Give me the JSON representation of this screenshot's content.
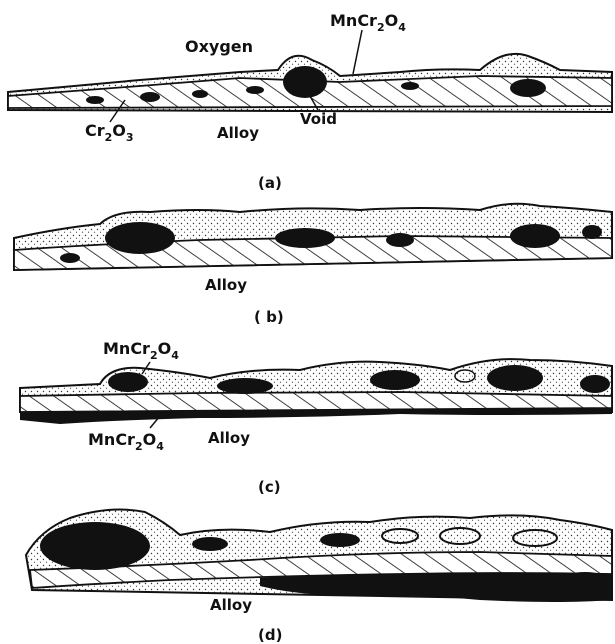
{
  "panel_a": {
    "label": "(a)",
    "oxygen": "Oxygen",
    "spinel_top": "MnCr",
    "spinel_top_sub2": "2",
    "spinel_top_o": "O",
    "spinel_top_sub4": "4",
    "chromia": "Cr",
    "chromia_sub2": "2",
    "chromia_o": "O",
    "chromia_sub3": "3",
    "void": "Void",
    "alloy": "Alloy"
  },
  "panel_b": {
    "label": "( b)",
    "alloy": "Alloy"
  },
  "panel_c": {
    "label": "(c)",
    "spinel_top": "MnCr",
    "spinel_top_sub2": "2",
    "spinel_top_o": "O",
    "spinel_top_sub4": "4",
    "spinel_bottom": "MnCr",
    "spinel_bottom_sub2": "2",
    "spinel_bottom_o": "O",
    "spinel_bottom_sub4": "4",
    "alloy": "Alloy"
  },
  "panel_d": {
    "label": "(d)",
    "alloy": "Alloy"
  }
}
